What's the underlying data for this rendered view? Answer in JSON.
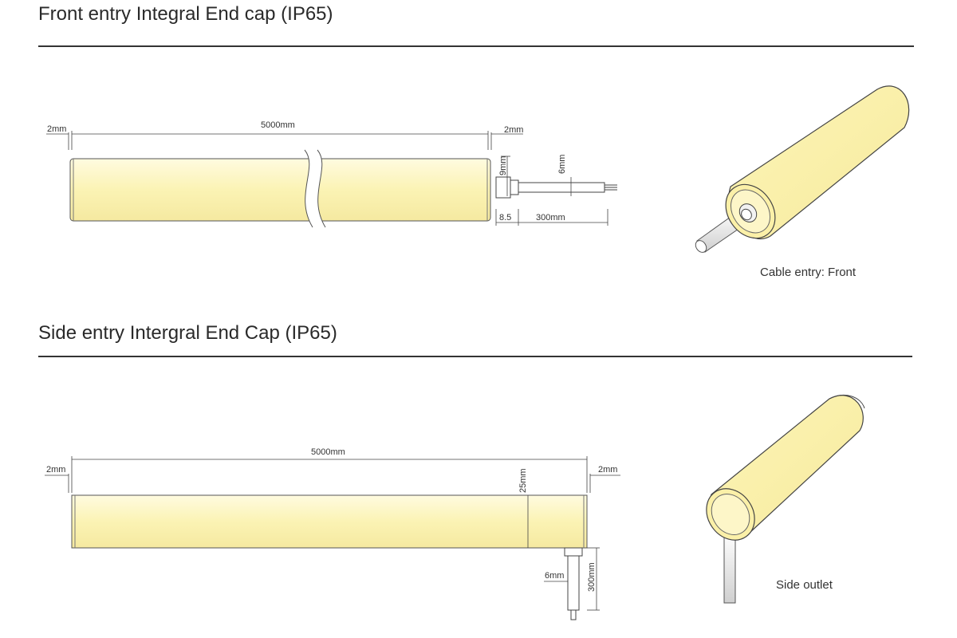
{
  "section1": {
    "title": "Front entry Integral End cap (IP65)",
    "dims": {
      "left_gap": "2mm",
      "length": "5000mm",
      "right_gap": "2mm",
      "cap_height": "9mm",
      "cable_dia": "6mm",
      "cap_depth": "8.5",
      "cable_len": "300mm"
    },
    "caption": "Cable entry: Front"
  },
  "section2": {
    "title": "Side entry Intergral End Cap (IP65)",
    "dims": {
      "left_gap": "2mm",
      "length": "5000mm",
      "right_gap": "2mm",
      "height": "25mm",
      "cable_dia": "6mm",
      "cable_len": "300mm"
    },
    "caption": "Side outlet"
  },
  "colors": {
    "tube_fill": "#fbf3b4",
    "tube_edge": "#ffffff",
    "line": "#333333"
  }
}
